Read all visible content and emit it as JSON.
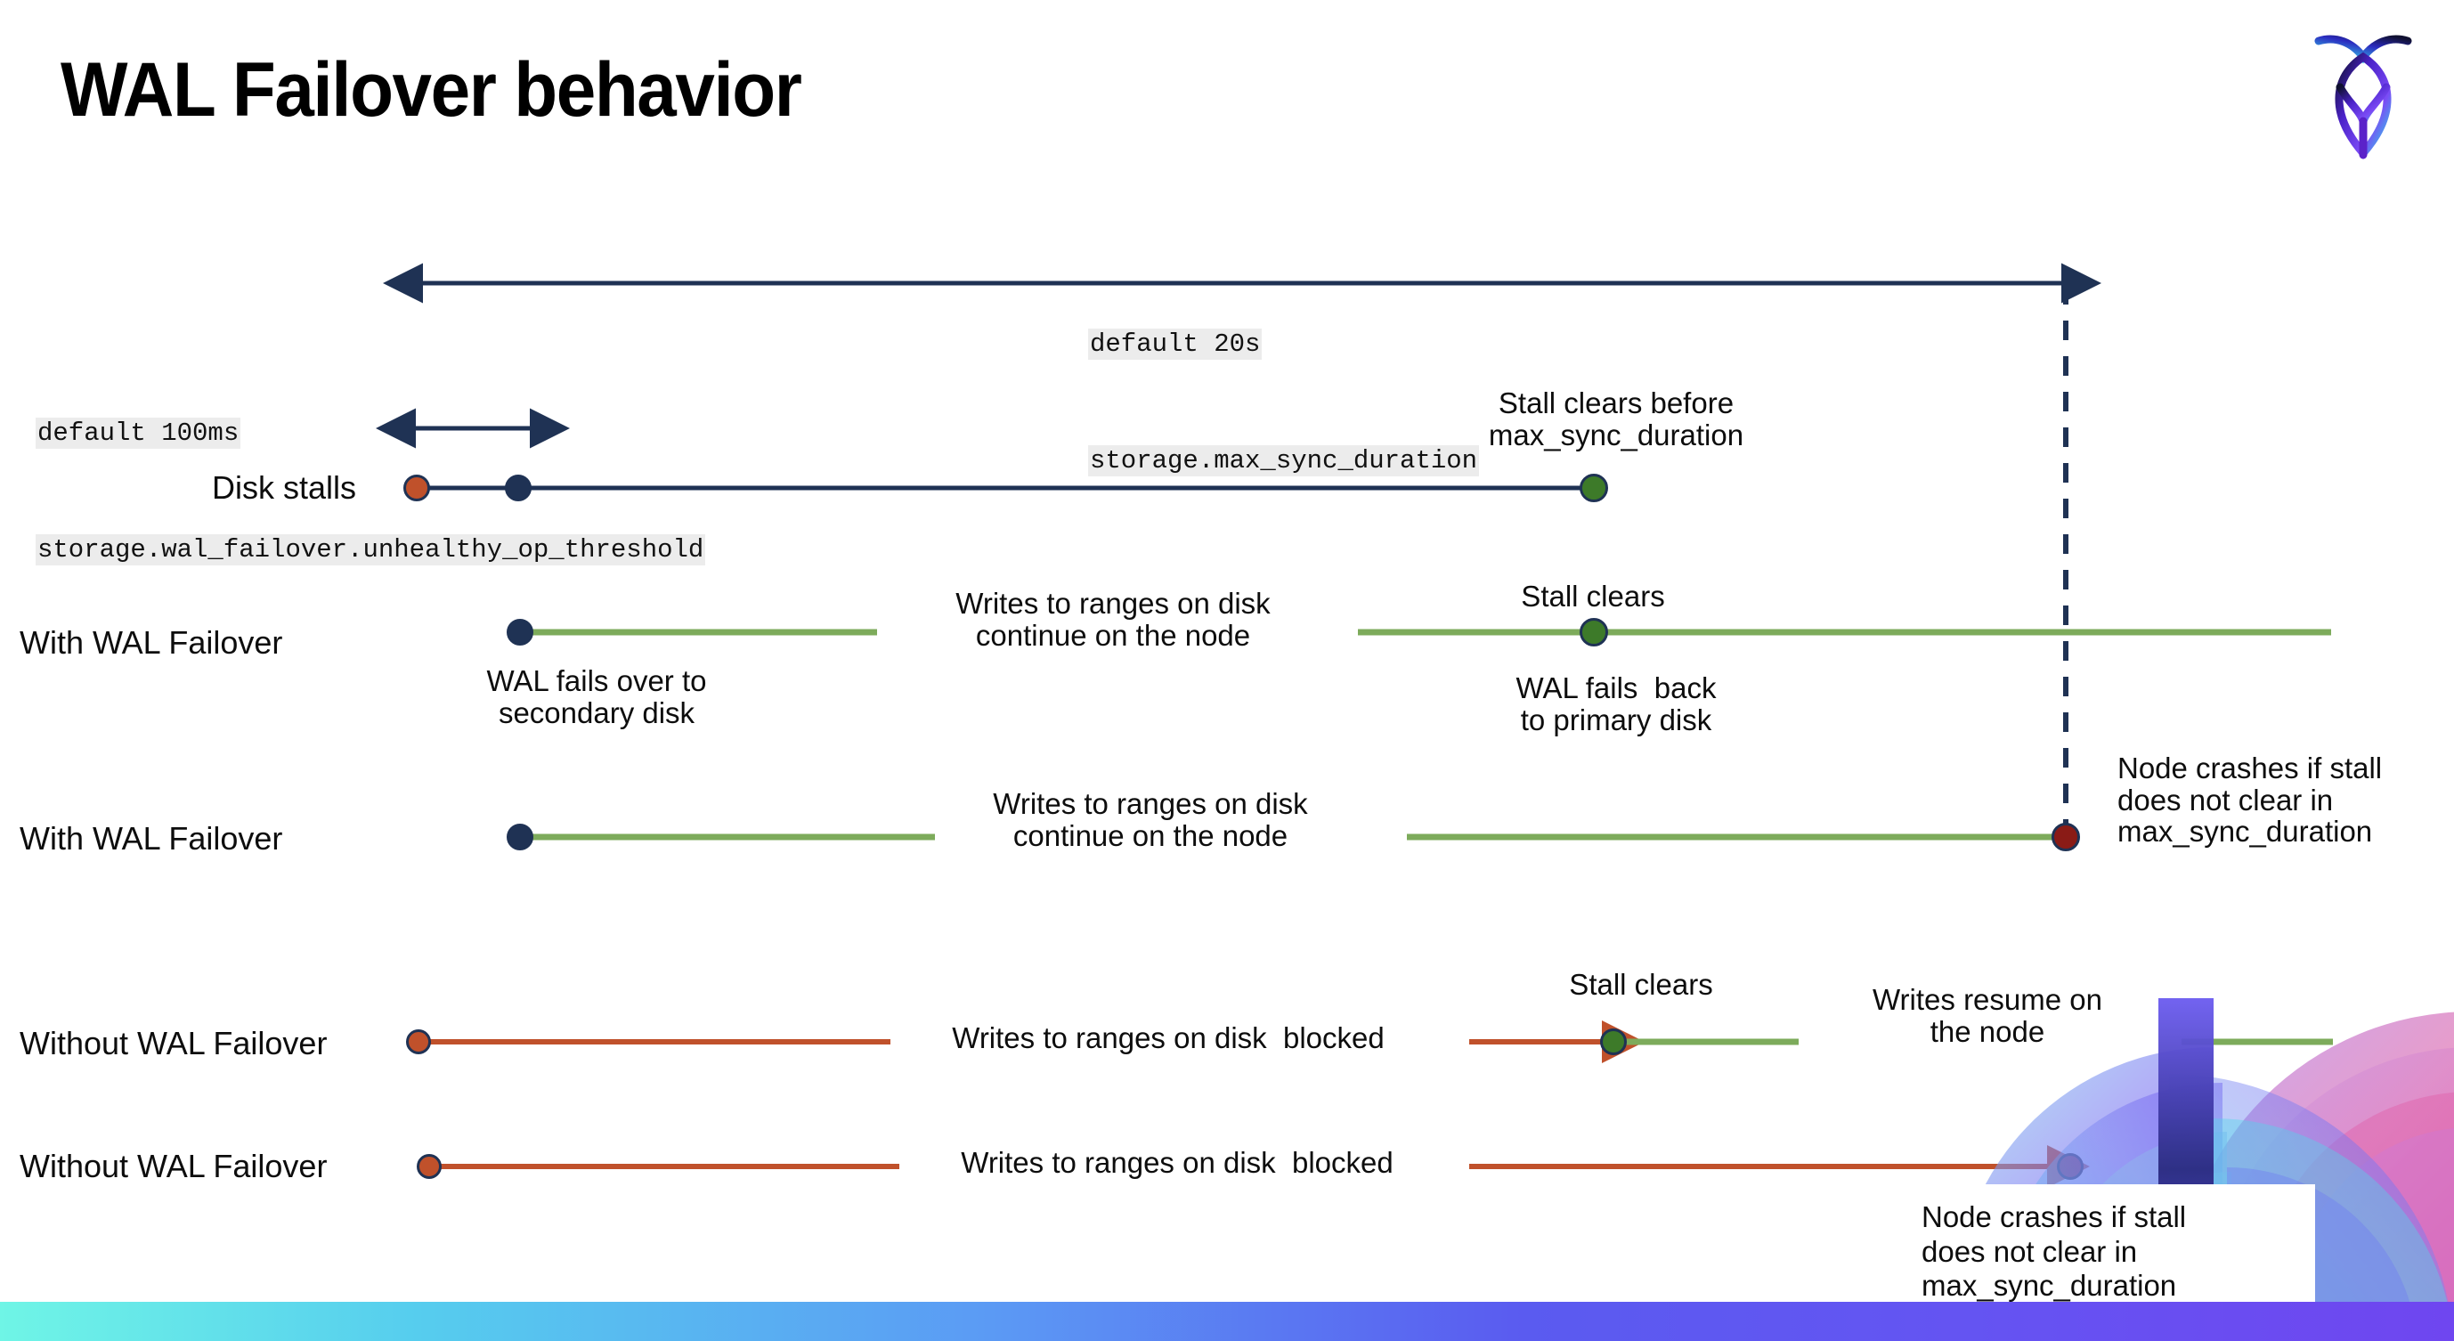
{
  "slide": {
    "title": "WAL Failover behavior",
    "logo_name": "cockroachdb-logo"
  },
  "annotations": {
    "max_sync": {
      "default": "default 20s",
      "setting": "storage.max_sync_duration"
    },
    "unhealthy_op": {
      "default": "default 100ms",
      "setting": "storage.wal_failover.unhealthy_op_threshold"
    }
  },
  "rows": [
    {
      "label": "Disk stalls",
      "notes": [
        {
          "text": "Stall clears before\nmax_sync_duration"
        }
      ]
    },
    {
      "label": "With WAL Failover",
      "notes": [
        {
          "text": "WAL fails over to\nsecondary disk"
        },
        {
          "text": "Writes to ranges on disk\ncontinue on the node"
        },
        {
          "text": "Stall clears"
        },
        {
          "text": "WAL fails  back\nto primary disk"
        }
      ]
    },
    {
      "label": "With WAL Failover",
      "notes": [
        {
          "text": "Writes to ranges on disk\ncontinue on the node"
        },
        {
          "text": "Node crashes if stall\ndoes not clear in\nmax_sync_duration"
        }
      ]
    },
    {
      "label": "Without WAL Failover",
      "notes": [
        {
          "text": "Writes to ranges on disk  blocked"
        },
        {
          "text": "Stall clears"
        },
        {
          "text": "Writes resume on\nthe node"
        }
      ]
    },
    {
      "label": "Without WAL Failover",
      "notes": [
        {
          "text": "Writes to ranges on disk  blocked"
        },
        {
          "text": "Node crashes if stall\ndoes not clear in\nmax_sync_duration"
        }
      ]
    }
  ],
  "colors": {
    "navy": "#1F3254",
    "green_line": "#7DAB5B",
    "green_dot": "#3D7A29",
    "orange": "#C0512B",
    "dark_red": "#8A1B16",
    "code_bg": "#ececec"
  }
}
